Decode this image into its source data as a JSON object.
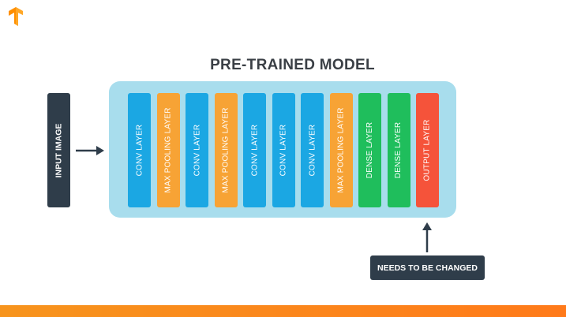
{
  "title": "PRE-TRAINED MODEL",
  "input": {
    "label": "INPUT IMAGE"
  },
  "layers": [
    {
      "label": "CONV LAYER",
      "kind": "conv",
      "color": "#1ba7e3"
    },
    {
      "label": "MAX POOLING LAYER",
      "kind": "pool",
      "color": "#f7a335"
    },
    {
      "label": "CONV LAYER",
      "kind": "conv",
      "color": "#1ba7e3"
    },
    {
      "label": "MAX POOLING LAYER",
      "kind": "pool",
      "color": "#f7a335"
    },
    {
      "label": "CONV LAYER",
      "kind": "conv",
      "color": "#1ba7e3"
    },
    {
      "label": "CONV LAYER",
      "kind": "conv",
      "color": "#1ba7e3"
    },
    {
      "label": "CONV LAYER",
      "kind": "conv",
      "color": "#1ba7e3"
    },
    {
      "label": "MAX POOLING LAYER",
      "kind": "pool",
      "color": "#f7a335"
    },
    {
      "label": "DENSE LAYER",
      "kind": "dense",
      "color": "#1fbe5c"
    },
    {
      "label": "DENSE LAYER",
      "kind": "dense",
      "color": "#1fbe5c"
    },
    {
      "label": "OUTPUT LAYER",
      "kind": "output",
      "color": "#f5533a"
    }
  ],
  "annotation": {
    "label": "NEEDS TO BE CHANGED"
  },
  "colors": {
    "model_background": "#a8dded",
    "dark_box": "#2f3d4a",
    "brand_orange": "#f7941d"
  },
  "icons": {
    "logo": "tensorflow-logo-icon"
  }
}
